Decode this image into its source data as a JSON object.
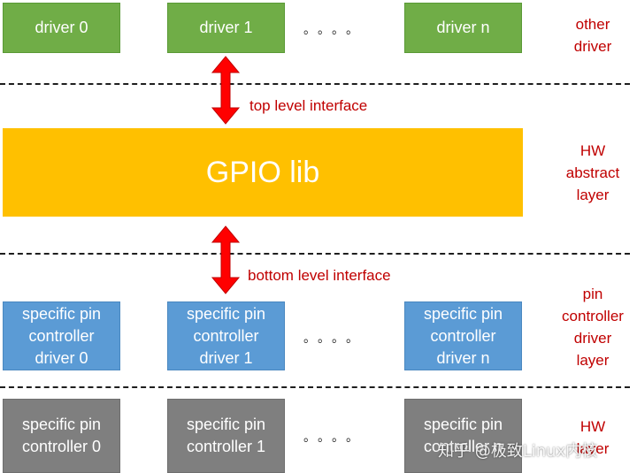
{
  "top_row": {
    "driver_0": "driver 0",
    "driver_1": "driver 1",
    "driver_n": "driver n",
    "ellipsis": "。。。。",
    "side_label": "other\ndriver"
  },
  "top_interface": "top level interface",
  "gpio": {
    "label": "GPIO lib",
    "side_label": "HW\nabstract\nlayer"
  },
  "bottom_interface": "bottom level interface",
  "pin_driver_row": {
    "driver_0": "specific pin\ncontroller\ndriver 0",
    "driver_1": "specific pin\ncontroller\ndriver 1",
    "driver_n": "specific pin\ncontroller\ndriver n",
    "ellipsis": "。。。。",
    "side_label": "pin\ncontroller\ndriver\nlayer"
  },
  "hw_row": {
    "controller_0": "specific pin\ncontroller  0",
    "controller_1": "specific pin\ncontroller  1",
    "controller_n": "specific pin\ncontroller n",
    "ellipsis": "。。。。",
    "side_label": "HW\nlayer"
  },
  "watermark": "知乎 @极致Linux内核",
  "colors": {
    "driver_green": "#70ad47",
    "gpio_yellow": "#ffc000",
    "pin_driver_blue": "#5b9bd5",
    "hw_grey": "#7f7f7f",
    "arrow_red": "#ff0000",
    "label_red": "#c00000"
  }
}
